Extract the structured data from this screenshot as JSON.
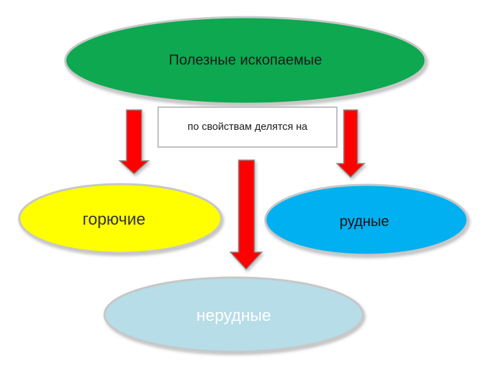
{
  "diagram": {
    "root": {
      "label": "Полезные ископаемые",
      "color": "#0aa84f"
    },
    "connector": {
      "label": "по  свойствам  делятся на"
    },
    "categories": {
      "combustible": {
        "label": "горючие",
        "color": "#ffff00"
      },
      "ore": {
        "label": "рудные",
        "color": "#00b0f0"
      },
      "nonmetallic": {
        "label": "нерудные",
        "color": "#b6dde8"
      }
    },
    "arrow_color": "#ff0000"
  }
}
